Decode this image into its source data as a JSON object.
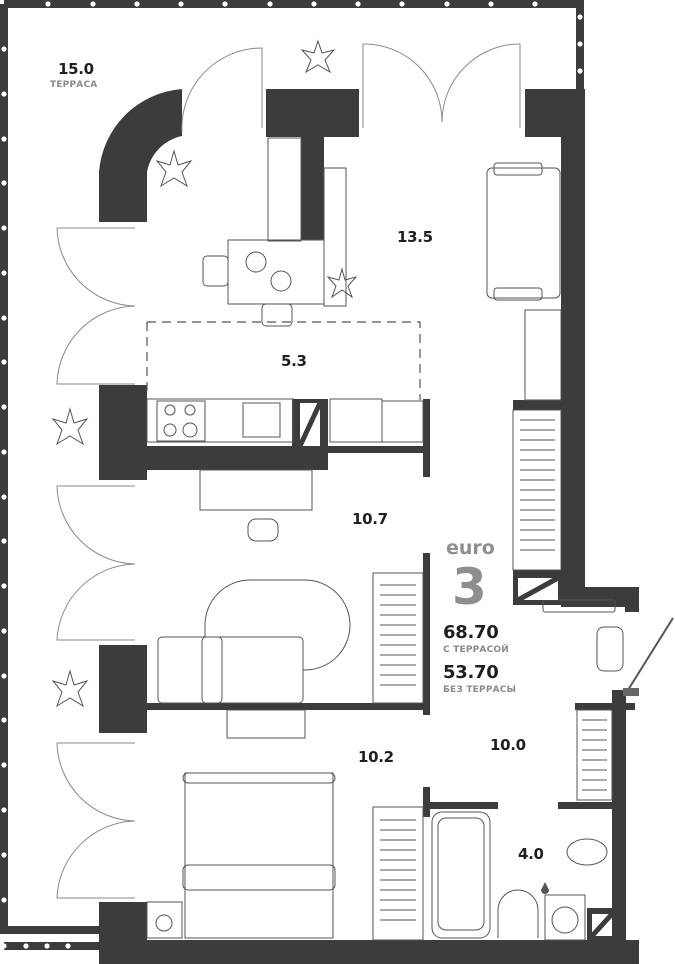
{
  "plan": {
    "type_label": "euro",
    "rooms_count": "3",
    "total_with_terrace": "68.70",
    "with_terrace_label": "С ТЕРРАСОЙ",
    "total_without_terrace": "53.70",
    "without_terrace_label": "БЕЗ ТЕРРАСЫ"
  },
  "rooms": [
    {
      "id": "terrace",
      "area": "15.0",
      "label": "ТЕРРАСА"
    },
    {
      "id": "living-room",
      "area": "13.5"
    },
    {
      "id": "kitchen",
      "area": "5.3"
    },
    {
      "id": "bedroom-1",
      "area": "10.7"
    },
    {
      "id": "bedroom-2",
      "area": "10.2"
    },
    {
      "id": "hallway",
      "area": "10.0"
    },
    {
      "id": "bathroom",
      "area": "4.0"
    }
  ],
  "colors": {
    "wall": "#3c3c3c",
    "terrace_border": "#3c3c3c",
    "furniture_line": "#555555",
    "label_grey": "#8e8e8e",
    "label_dark": "#1f1f1f"
  }
}
